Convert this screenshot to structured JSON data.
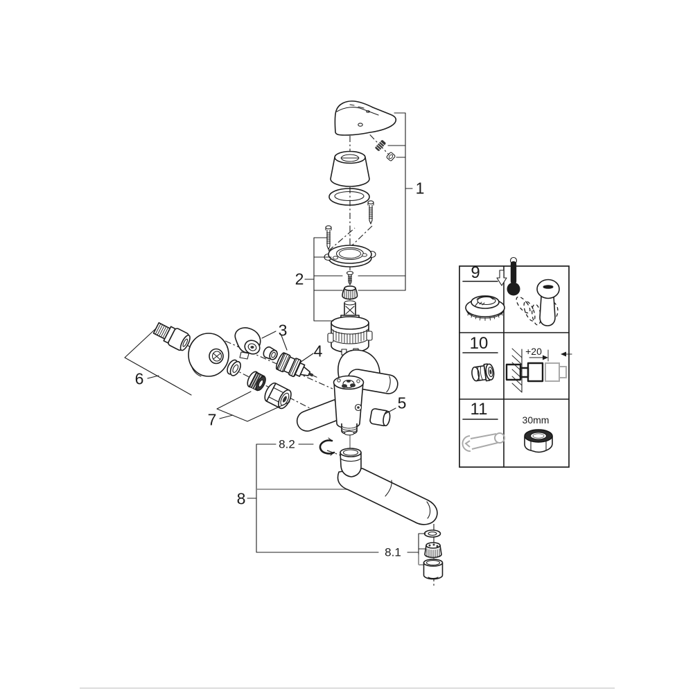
{
  "diagram": {
    "type": "exploded-parts-diagram",
    "callouts": {
      "n1": "1",
      "n2": "2",
      "n3": "3",
      "n4": "4",
      "n5": "5",
      "n6": "6",
      "n7": "7",
      "n8": "8",
      "n8_1": "8.1",
      "n8_2": "8.2"
    },
    "legend": {
      "rows": [
        {
          "number": "9",
          "part_icon": "temperature-limiter-ring-icon",
          "detail_icons": [
            "down-arrow-icon",
            "thermometer-icon",
            "lever-handle-icon",
            "hand-outline-icon"
          ],
          "annotation": ""
        },
        {
          "number": "10",
          "part_icon": "extension-nipple-icon",
          "detail_icons": [
            "wall-section-icon",
            "extension-fitting-icon"
          ],
          "annotation": "+20"
        },
        {
          "number": "11",
          "part_icon": "open-end-wrench-icon",
          "detail_icons": [
            "hex-nut-icon"
          ],
          "annotation": "30mm"
        }
      ]
    },
    "colors": {
      "line": "#1c1c1c",
      "muted_gray": "#9c9c9c",
      "footer_divider": "#dcdcdc",
      "background": "#ffffff"
    }
  }
}
